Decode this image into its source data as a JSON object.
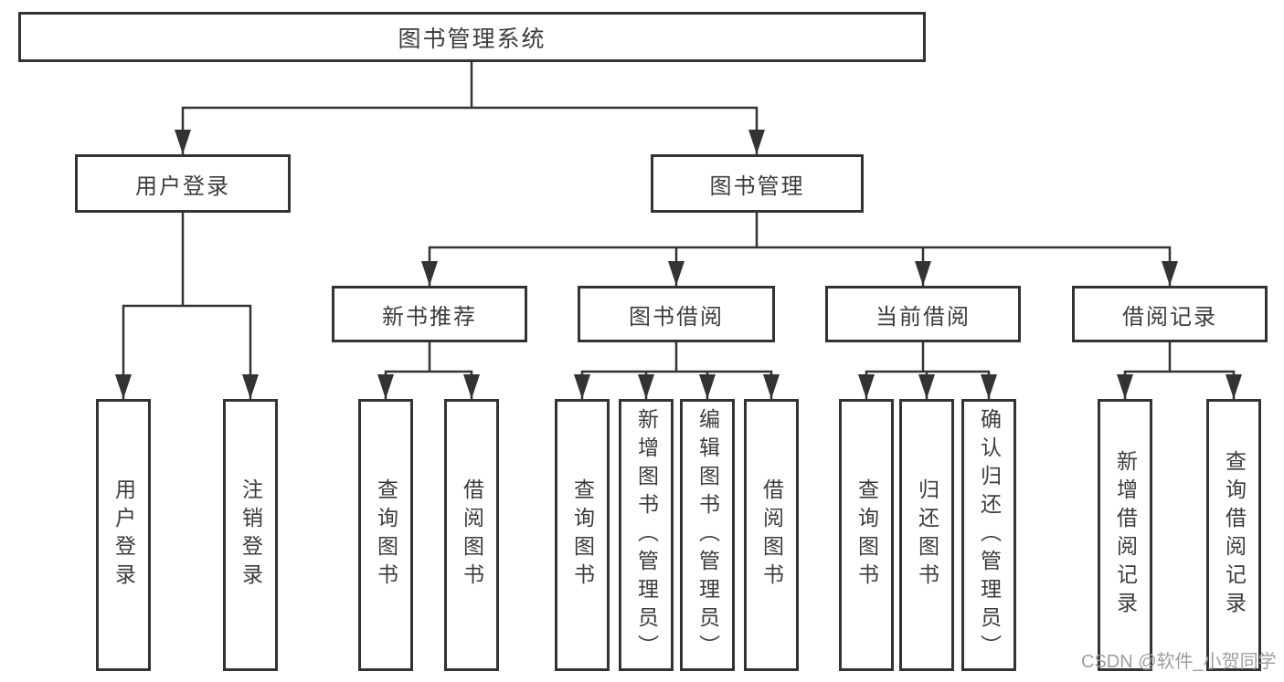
{
  "diagram": {
    "root": "图书管理系统",
    "branches": {
      "user_login": {
        "label": "用户登录",
        "children": [
          "用户登录",
          "注销登录"
        ]
      },
      "book_management": {
        "label": "图书管理",
        "sections": [
          {
            "label": "新书推荐",
            "children": [
              "查询图书",
              "借阅图书"
            ]
          },
          {
            "label": "图书借阅",
            "children": [
              "查询图书",
              "新增图书（管理员）",
              "编辑图书（管理员）",
              "借阅图书"
            ]
          },
          {
            "label": "当前借阅",
            "children": [
              "查询图书",
              "归还图书",
              "确认归还（管理员）"
            ]
          },
          {
            "label": "借阅记录",
            "children": [
              "新增借阅记录",
              "查询借阅记录"
            ]
          }
        ]
      }
    }
  },
  "watermark": "CSDN @软件_小贺同学",
  "colors": {
    "line": "#333333",
    "text": "#3c3c3c",
    "watermark": "#9e9e9e",
    "background": "#ffffff"
  }
}
